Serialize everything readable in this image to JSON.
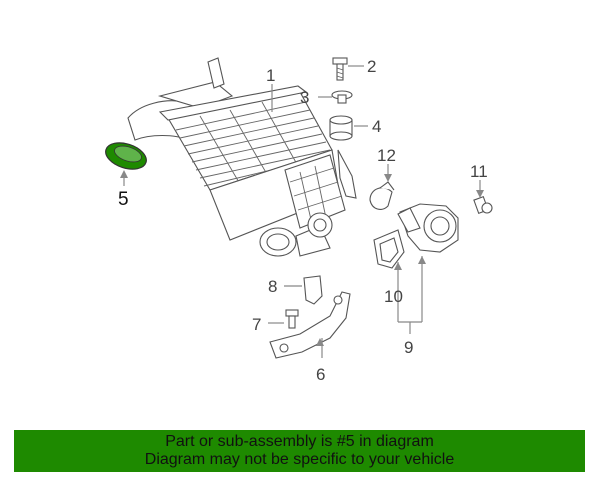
{
  "callouts": [
    {
      "id": "1",
      "label": "1"
    },
    {
      "id": "2",
      "label": "2"
    },
    {
      "id": "3",
      "label": "3"
    },
    {
      "id": "4",
      "label": "4"
    },
    {
      "id": "5",
      "label": "5"
    },
    {
      "id": "6",
      "label": "6"
    },
    {
      "id": "7",
      "label": "7"
    },
    {
      "id": "8",
      "label": "8"
    },
    {
      "id": "9",
      "label": "9"
    },
    {
      "id": "10",
      "label": "10"
    },
    {
      "id": "11",
      "label": "11"
    },
    {
      "id": "12",
      "label": "12"
    }
  ],
  "highlight": {
    "part": "5",
    "color": "#1e8a00"
  },
  "banner": {
    "line1": "Part or sub-assembly is #5 in diagram",
    "line2": "Diagram may not be specific to your vehicle",
    "background": "#1e8a00"
  }
}
